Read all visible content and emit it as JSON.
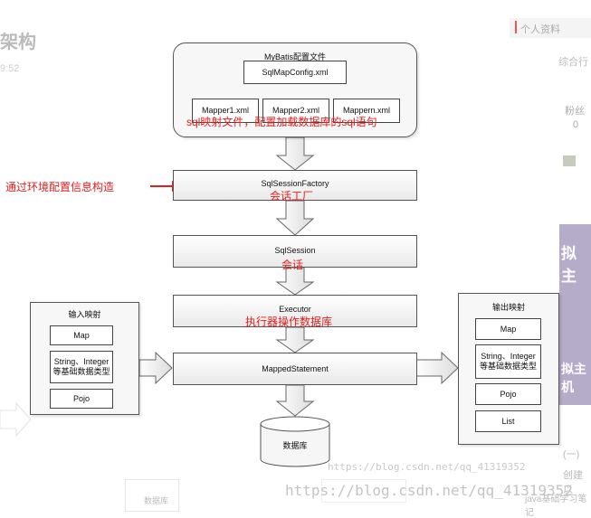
{
  "background_page": {
    "title_fragment": "架构",
    "time_fragment": "9:52",
    "profile_label": "个人资料",
    "profile_fragment": "综合行",
    "fans_label": "粉丝",
    "fans_value": "0",
    "ad_fragment_1": "拟主",
    "ad_fragment_2": "拟主机",
    "side_fragment_1": "(一)",
    "side_fragment_2": "创建以",
    "side_fragment_3": "java基础学习笔记",
    "bottom_db_fragment": "数据库"
  },
  "diagram": {
    "config_group_title": "MyBatis配置文件",
    "sqlmapconfig": "SqlMapConfig.xml",
    "mappers": [
      "Mapper1.xml",
      "Mapper2.xml",
      "Mappern.xml"
    ],
    "mapper_note": "sql映射文件，配置加载数据库的sql语句",
    "factory": "SqlSessionFactory",
    "factory_note": "会话工厂",
    "env_note": "通过环境配置信息构造",
    "session": "SqlSession",
    "session_note": "会话",
    "executor": "Executor",
    "executor_note": "执行器操作数据库",
    "mapped_statement": "MappedStatement",
    "database": "数据库",
    "input_group_title": "输入映射",
    "input_items": [
      "Map",
      "String、Integer等基础数据类型",
      "Pojo"
    ],
    "output_group_title": "输出映射",
    "output_items": [
      "Map",
      "String、Integer等基础数据类型",
      "Pojo",
      "List"
    ]
  },
  "watermarks": {
    "small": "https://blog.csdn.net/qq_41319352",
    "large": "https://blog.csdn.net/qq_41319352"
  }
}
